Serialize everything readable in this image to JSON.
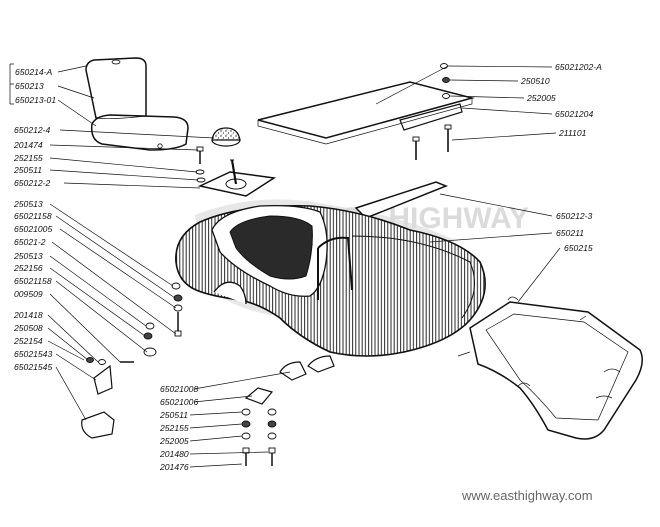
{
  "seat_group": {
    "labels": [
      "650214-A",
      "650213",
      "650213-01"
    ]
  },
  "callouts": [
    {
      "id": "c1",
      "text": "650212-4"
    },
    {
      "id": "c2",
      "text": "201474"
    },
    {
      "id": "c3",
      "text": "252155"
    },
    {
      "id": "c4",
      "text": "250511"
    },
    {
      "id": "c5",
      "text": "650212-2"
    },
    {
      "id": "c6",
      "text": "250513"
    },
    {
      "id": "c7",
      "text": "65021158"
    },
    {
      "id": "c8",
      "text": "65021005"
    },
    {
      "id": "c9",
      "text": "65021-2"
    },
    {
      "id": "c10",
      "text": "250513"
    },
    {
      "id": "c11",
      "text": "252156"
    },
    {
      "id": "c12",
      "text": "65021158"
    },
    {
      "id": "c13",
      "text": "009509"
    },
    {
      "id": "c14",
      "text": "201418"
    },
    {
      "id": "c15",
      "text": "250508"
    },
    {
      "id": "c16",
      "text": "252154"
    },
    {
      "id": "c17",
      "text": "65021543"
    },
    {
      "id": "c18",
      "text": "65021545"
    },
    {
      "id": "c19",
      "text": "650212-3"
    },
    {
      "id": "c20",
      "text": "650211"
    },
    {
      "id": "c21",
      "text": "650215"
    },
    {
      "id": "c22",
      "text": "65021202-A"
    },
    {
      "id": "c23",
      "text": "250510"
    },
    {
      "id": "c24",
      "text": "252005"
    },
    {
      "id": "c25",
      "text": "65021204"
    },
    {
      "id": "c26",
      "text": "211101"
    },
    {
      "id": "c27",
      "text": "65021008"
    },
    {
      "id": "c28",
      "text": "65021006"
    },
    {
      "id": "c29",
      "text": "250511"
    },
    {
      "id": "c30",
      "text": "252155"
    },
    {
      "id": "c31",
      "text": "252005"
    },
    {
      "id": "c32",
      "text": "201480"
    },
    {
      "id": "c33",
      "text": "201476"
    }
  ],
  "watermark": {
    "url": "www.easthighway.com",
    "logo_text": "EAST HIGHWAY"
  }
}
